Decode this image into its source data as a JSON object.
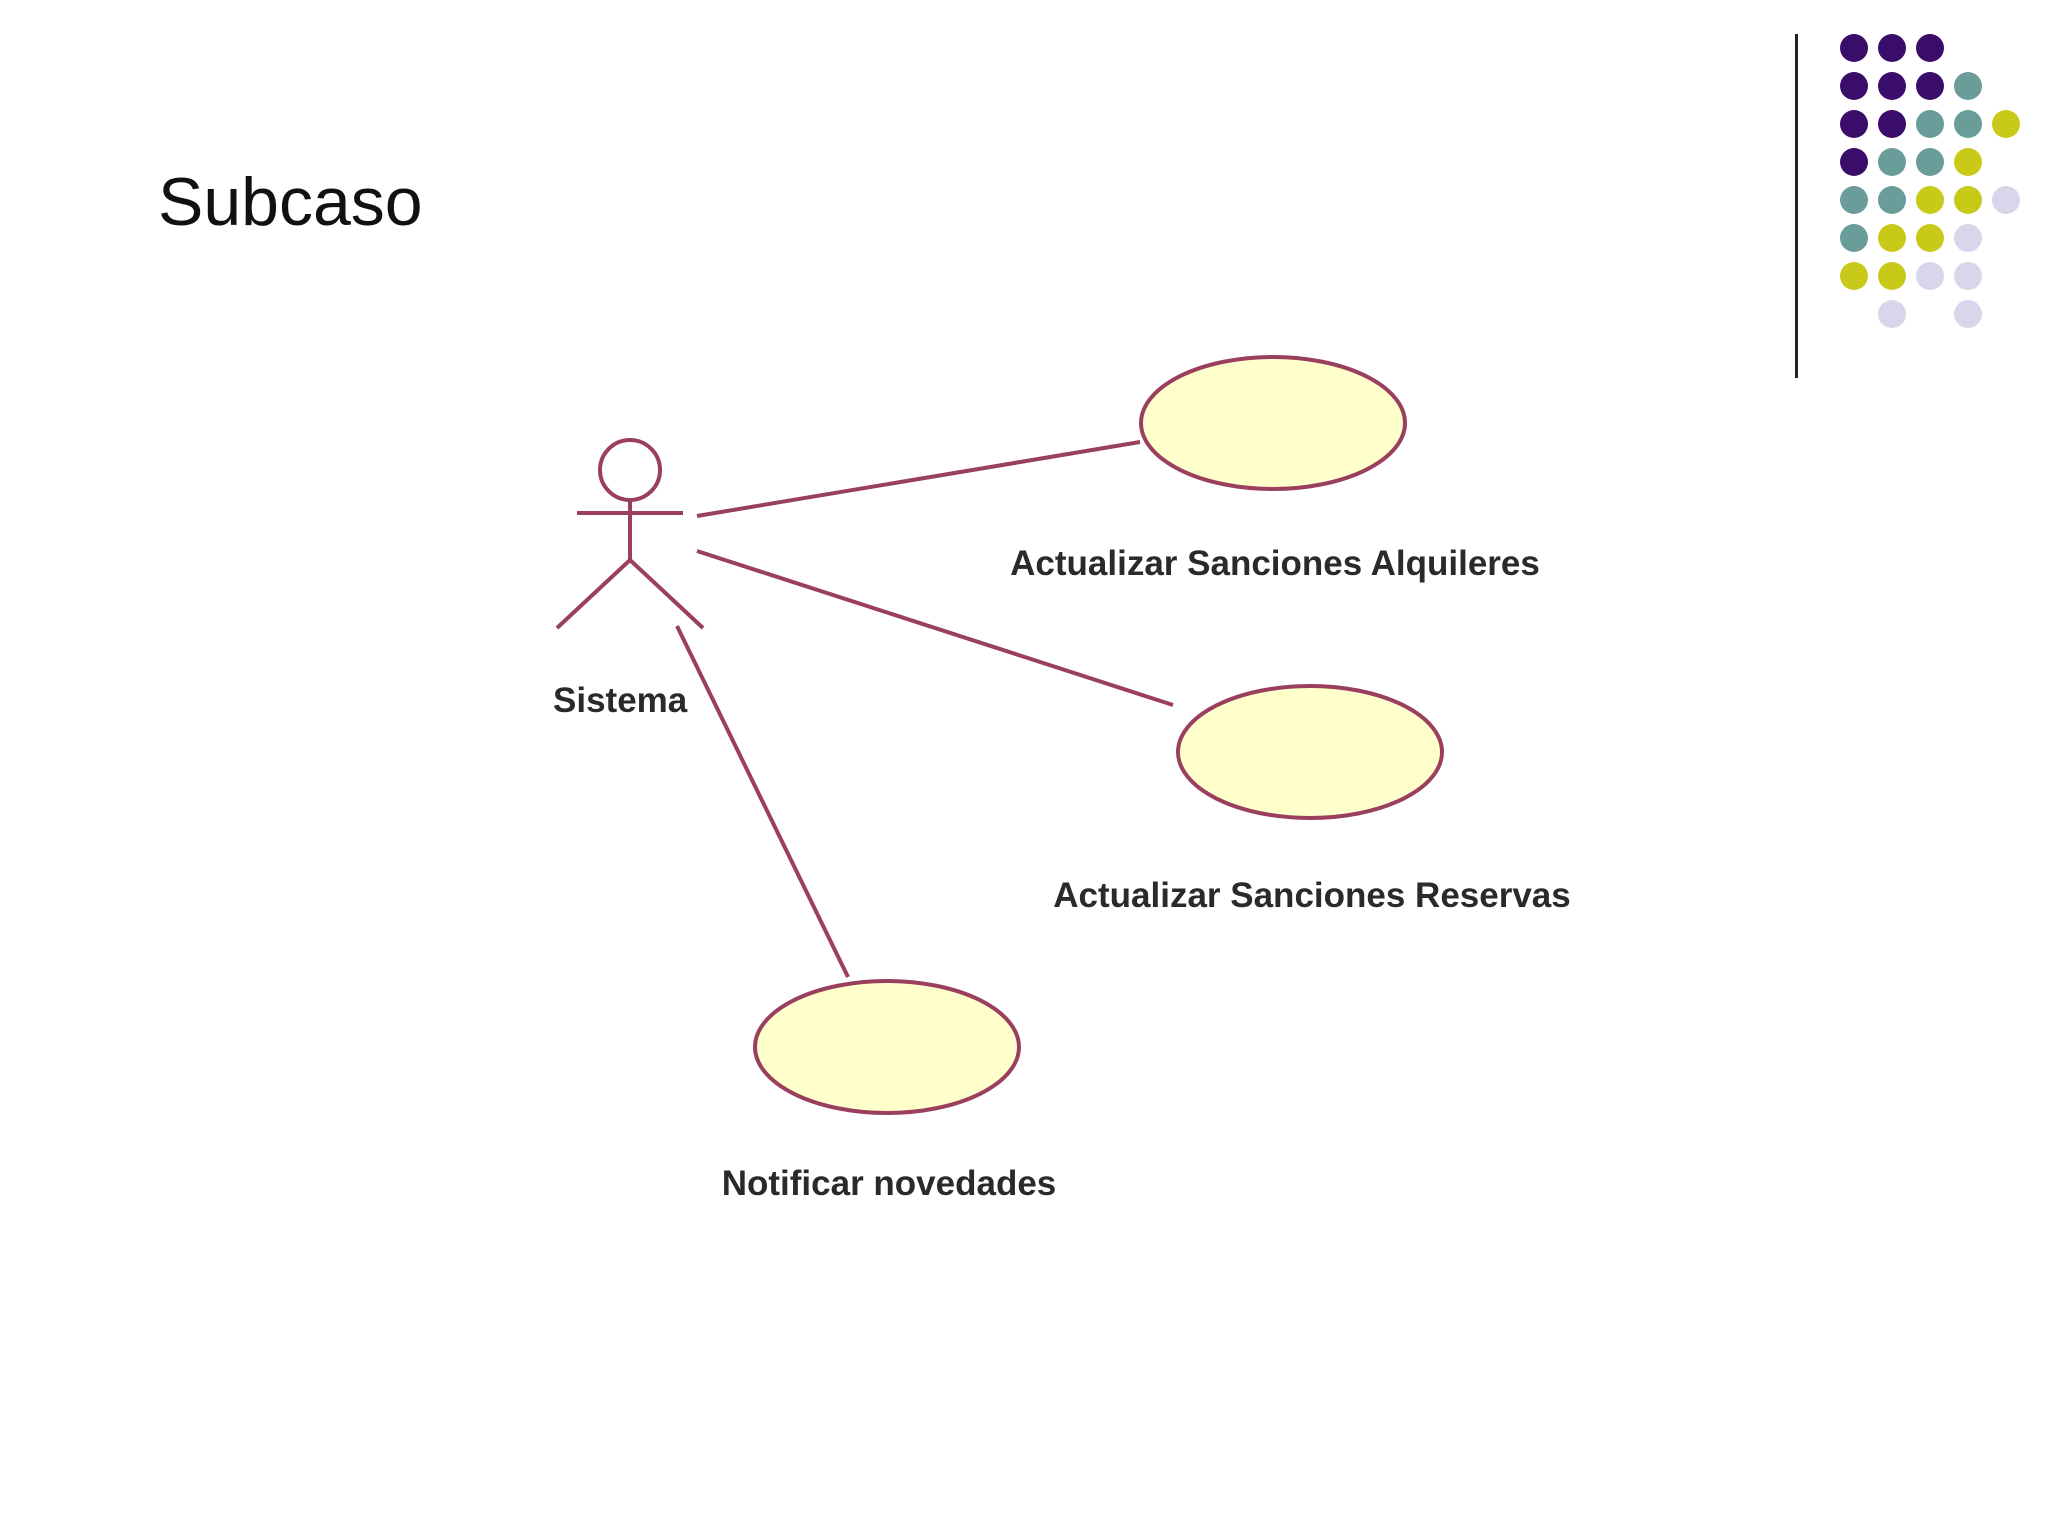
{
  "slide": {
    "title": "Subcaso"
  },
  "diagram": {
    "actor": {
      "name": "Sistema"
    },
    "use_cases": [
      {
        "label": "Actualizar Sanciones Alquileres"
      },
      {
        "label": "Actualizar Sanciones Reservas"
      },
      {
        "label": "Notificar novedades"
      }
    ]
  },
  "colors": {
    "line": "#9a3f5e",
    "ellipse_fill": "#ffffcc",
    "ellipse_stroke": "#9a3f5e",
    "dot_purple": "#3b0d6b",
    "dot_teal": "#6a9c9a",
    "dot_yellow": "#c9c91a",
    "dot_lavender": "#d8d6ea"
  },
  "decoration": {
    "dot_grid": [
      [
        "purple",
        "purple",
        "purple",
        "",
        ""
      ],
      [
        "purple",
        "purple",
        "purple",
        "teal",
        ""
      ],
      [
        "purple",
        "purple",
        "teal",
        "teal",
        "yellow"
      ],
      [
        "purple",
        "teal",
        "teal",
        "yellow",
        ""
      ],
      [
        "teal",
        "teal",
        "yellow",
        "yellow",
        "lavender"
      ],
      [
        "teal",
        "yellow",
        "yellow",
        "lavender",
        ""
      ],
      [
        "yellow",
        "yellow",
        "lavender",
        "lavender",
        ""
      ],
      [
        "",
        "lavender",
        "",
        "lavender",
        ""
      ]
    ]
  }
}
